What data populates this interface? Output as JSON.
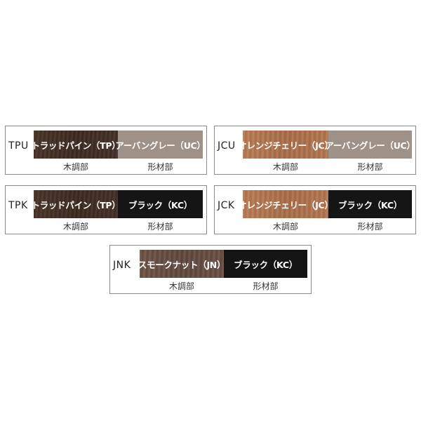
{
  "caption_wood": "木調部",
  "caption_frame": "形材部",
  "variants": [
    {
      "code": "TPU",
      "wood_label": "トラッドパイン（TP）",
      "frame_label": "アーバングレー（UC）",
      "wood_color": "#40291f",
      "frame_color": "#9e9288"
    },
    {
      "code": "JCU",
      "wood_label": "オレンジチェリー（JC）",
      "frame_label": "アーバングレー（UC）",
      "wood_color": "#ad6f48",
      "frame_color": "#9e9288"
    },
    {
      "code": "TPK",
      "wood_label": "トラッドパイン（TP）",
      "frame_label": "ブラック（KC）",
      "wood_color": "#40291f",
      "frame_color": "#151515"
    },
    {
      "code": "JCK",
      "wood_label": "オレンジチェリー（JC）",
      "frame_label": "ブラック（KC）",
      "wood_color": "#ad6f48",
      "frame_color": "#151515"
    },
    {
      "code": "JNK",
      "wood_label": "スモークナット（JN）",
      "frame_label": "ブラック（KC）",
      "wood_color": "#654d43",
      "frame_color": "#151515"
    }
  ]
}
